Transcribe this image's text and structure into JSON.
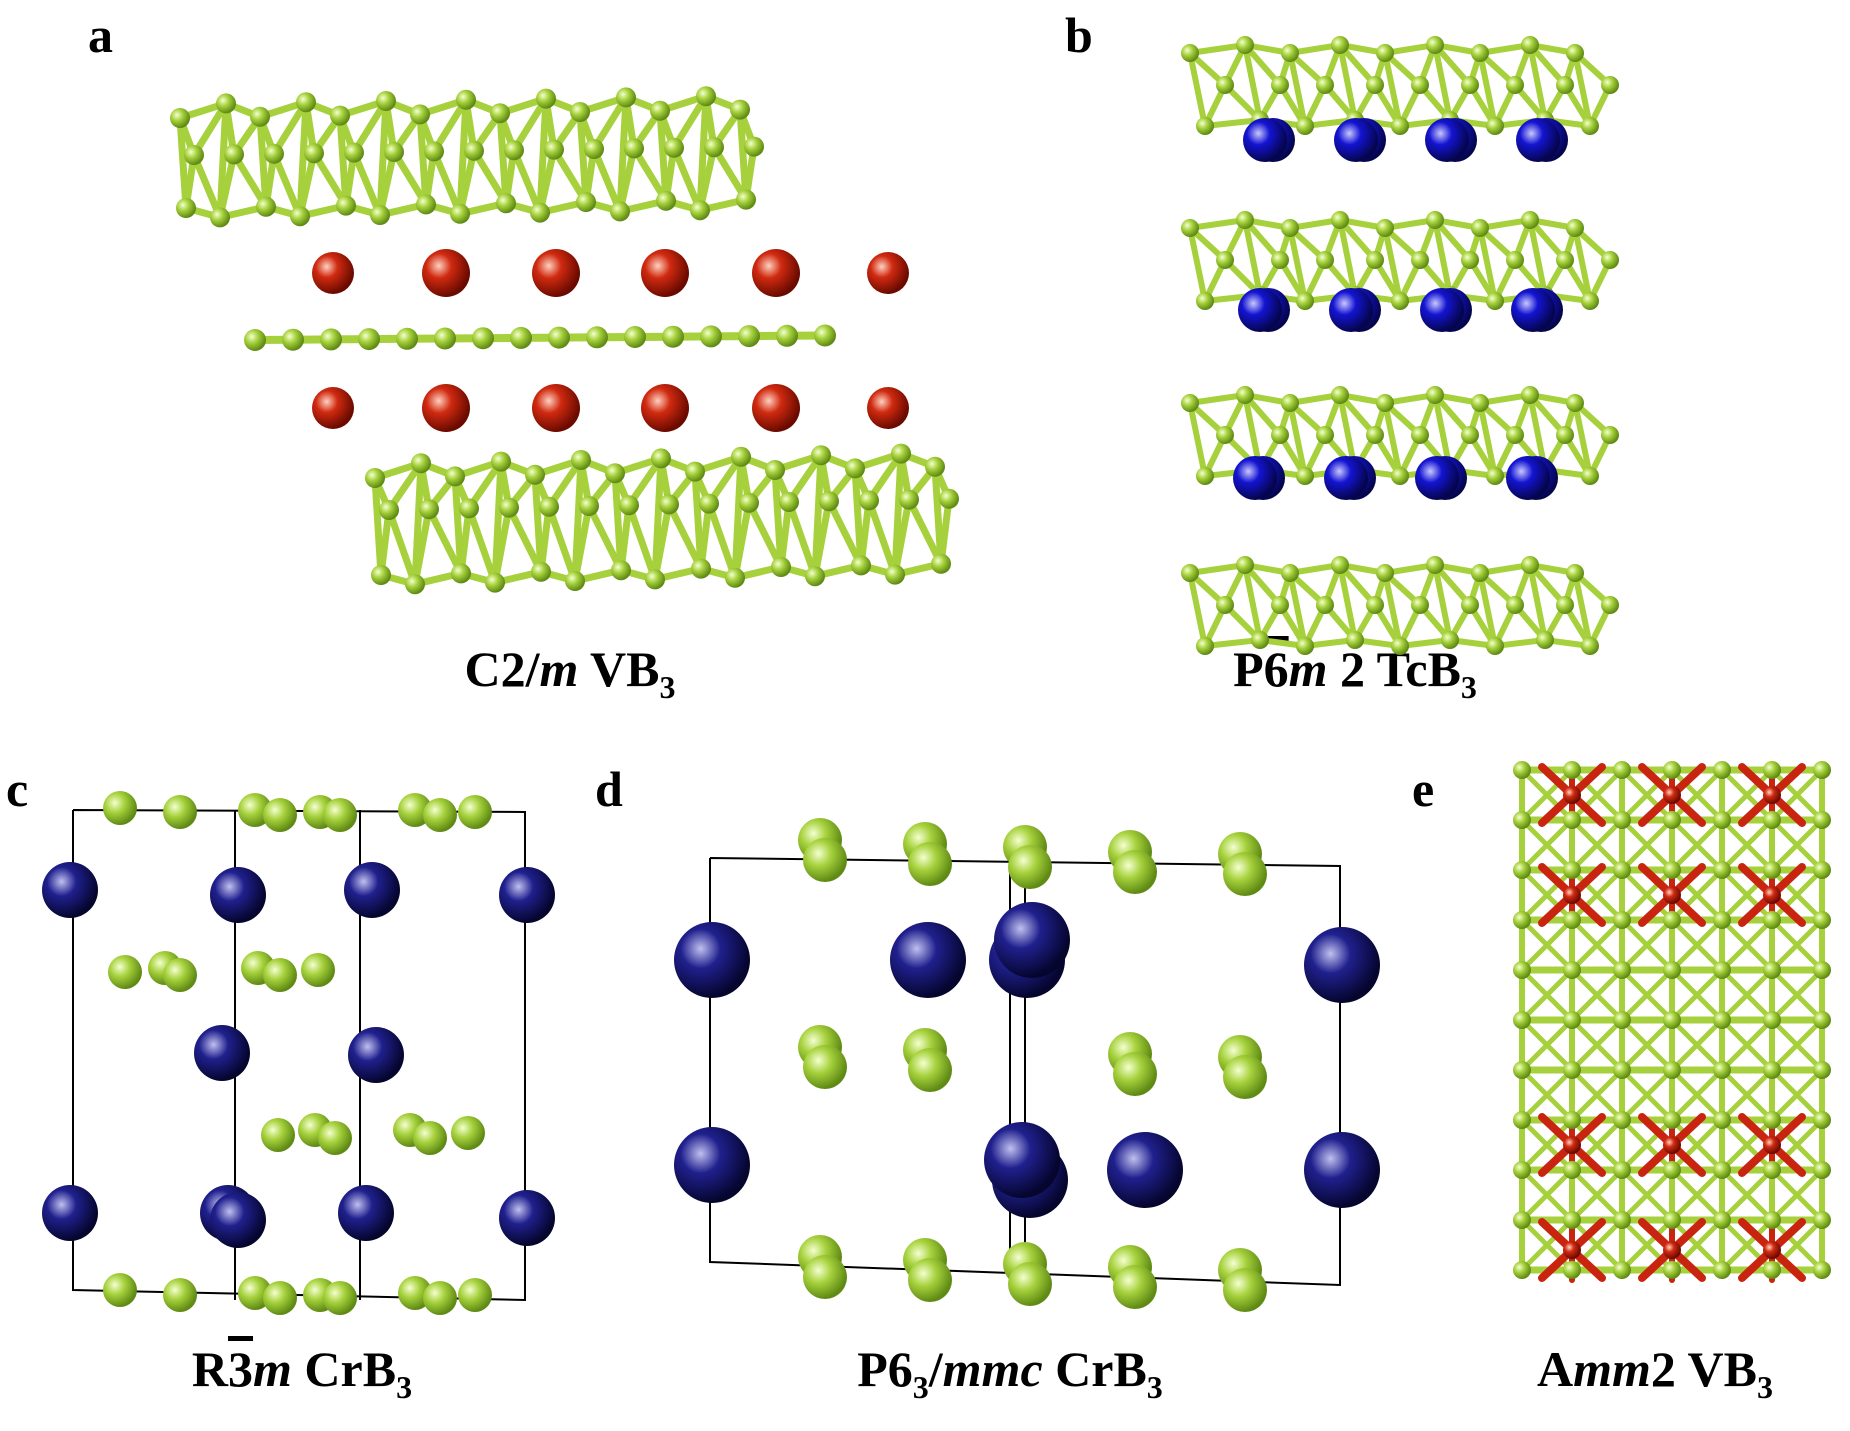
{
  "colors": {
    "boron": "#a6d13c",
    "vanadium": "#c82410",
    "technetium": "#1010c8",
    "chromium": "#1c1c8c",
    "cell": "#000000"
  },
  "panels": {
    "a": {
      "letter": "a",
      "caption": {
        "pre": "C2/",
        "ital": "m",
        "mid": " VB",
        "sub": "3",
        "post": ""
      }
    },
    "b": {
      "letter": "b",
      "caption": {
        "pre": "P",
        "bar": "6",
        "ital": "m",
        "mid": " 2 TcB",
        "sub": "3"
      }
    },
    "c": {
      "letter": "c",
      "caption": {
        "pre": "R",
        "bar": "3",
        "ital": "m",
        "mid": " CrB",
        "sub": "3"
      }
    },
    "d": {
      "letter": "d",
      "caption": {
        "pre": "P6",
        "sub1": "3",
        "slash": "/",
        "ital": "mmc",
        "mid": " CrB",
        "sub": "3"
      }
    },
    "e": {
      "letter": "e",
      "caption": {
        "pre": "A",
        "ital": "mm",
        "mid": "2 VB",
        "sub": "3"
      }
    }
  }
}
